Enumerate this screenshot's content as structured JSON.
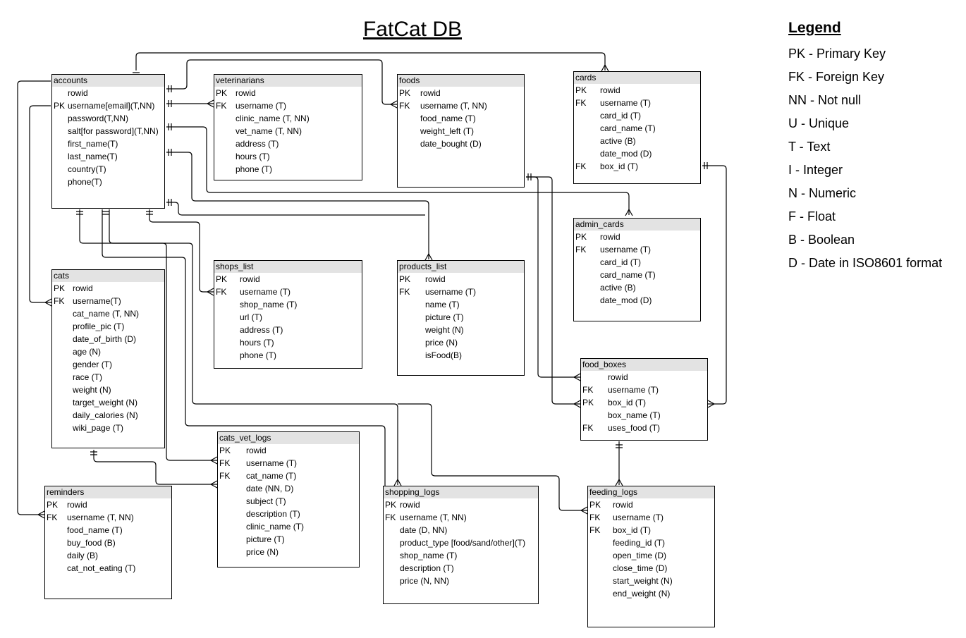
{
  "title": "FatCat DB",
  "legend": {
    "title": "Legend",
    "items": [
      "PK - Primary Key",
      "FK - Foreign Key",
      "NN - Not null",
      "U - Unique",
      "T - Text",
      "I - Integer",
      "N - Numeric",
      "F - Float",
      "B - Boolean",
      "D - Date in ISO8601 format"
    ]
  },
  "tables": {
    "accounts": {
      "name": "accounts",
      "rows": [
        {
          "key": "",
          "field": "rowid"
        },
        {
          "key": "PK",
          "field": "username[email](T,NN)"
        },
        {
          "key": "",
          "field": "password(T,NN)"
        },
        {
          "key": "",
          "field": "salt[for password](T,NN)"
        },
        {
          "key": "",
          "field": "first_name(T)"
        },
        {
          "key": "",
          "field": "last_name(T)"
        },
        {
          "key": "",
          "field": "country(T)"
        },
        {
          "key": "",
          "field": "phone(T)"
        }
      ]
    },
    "veterinarians": {
      "name": "veterinarians",
      "rows": [
        {
          "key": "PK",
          "field": "rowid"
        },
        {
          "key": "FK",
          "field": "username (T)"
        },
        {
          "key": "",
          "field": "clinic_name (T, NN)"
        },
        {
          "key": "",
          "field": "vet_name (T, NN)"
        },
        {
          "key": "",
          "field": "address (T)"
        },
        {
          "key": "",
          "field": "hours (T)"
        },
        {
          "key": "",
          "field": "phone (T)"
        }
      ]
    },
    "foods": {
      "name": "foods",
      "rows": [
        {
          "key": "PK",
          "field": "rowid"
        },
        {
          "key": "FK",
          "field": "username (T, NN)"
        },
        {
          "key": "",
          "field": "food_name (T)"
        },
        {
          "key": "",
          "field": "weight_left (T)"
        },
        {
          "key": "",
          "field": "date_bought (D)"
        }
      ]
    },
    "cards": {
      "name": "cards",
      "rows": [
        {
          "key": "PK",
          "field": "rowid"
        },
        {
          "key": "FK",
          "field": "username (T)"
        },
        {
          "key": "",
          "field": "card_id (T)"
        },
        {
          "key": "",
          "field": "card_name (T)"
        },
        {
          "key": "",
          "field": "active (B)"
        },
        {
          "key": "",
          "field": "date_mod (D)"
        },
        {
          "key": "FK",
          "field": "box_id (T)"
        }
      ]
    },
    "admin_cards": {
      "name": "admin_cards",
      "rows": [
        {
          "key": "PK",
          "field": "rowid"
        },
        {
          "key": "FK",
          "field": "username (T)"
        },
        {
          "key": "",
          "field": "card_id (T)"
        },
        {
          "key": "",
          "field": "card_name (T)"
        },
        {
          "key": "",
          "field": "active (B)"
        },
        {
          "key": "",
          "field": "date_mod (D)"
        }
      ]
    },
    "cats": {
      "name": "cats",
      "rows": [
        {
          "key": "PK",
          "field": "rowid"
        },
        {
          "key": "FK",
          "field": "username(T)"
        },
        {
          "key": "",
          "field": "cat_name (T, NN)"
        },
        {
          "key": "",
          "field": "profile_pic (T)"
        },
        {
          "key": "",
          "field": "date_of_birth (D)"
        },
        {
          "key": "",
          "field": "age (N)"
        },
        {
          "key": "",
          "field": "gender (T)"
        },
        {
          "key": "",
          "field": "race (T)"
        },
        {
          "key": "",
          "field": "weight (N)"
        },
        {
          "key": "",
          "field": "target_weight (N)"
        },
        {
          "key": "",
          "field": "daily_calories (N)"
        },
        {
          "key": "",
          "field": "wiki_page (T)"
        }
      ]
    },
    "shops_list": {
      "name": "shops_list",
      "rows": [
        {
          "key": "PK",
          "field": "rowid"
        },
        {
          "key": "FK",
          "field": "username (T)"
        },
        {
          "key": "",
          "field": "shop_name (T)"
        },
        {
          "key": "",
          "field": "url (T)"
        },
        {
          "key": "",
          "field": "address (T)"
        },
        {
          "key": "",
          "field": "hours (T)"
        },
        {
          "key": "",
          "field": "phone (T)"
        }
      ]
    },
    "products_list": {
      "name": "products_list",
      "rows": [
        {
          "key": "PK",
          "field": "rowid"
        },
        {
          "key": "FK",
          "field": "username (T)"
        },
        {
          "key": "",
          "field": "name (T)"
        },
        {
          "key": "",
          "field": "picture (T)"
        },
        {
          "key": "",
          "field": "weight (N)"
        },
        {
          "key": "",
          "field": "price (N)"
        },
        {
          "key": "",
          "field": "isFood(B)"
        }
      ]
    },
    "food_boxes": {
      "name": "food_boxes",
      "rows": [
        {
          "key": "",
          "field": "rowid"
        },
        {
          "key": "FK",
          "field": "username (T)"
        },
        {
          "key": "PK",
          "field": "box_id (T)"
        },
        {
          "key": "",
          "field": "box_name (T)"
        },
        {
          "key": "FK",
          "field": "uses_food (T)"
        }
      ]
    },
    "cats_vet_logs": {
      "name": "cats_vet_logs",
      "rows": [
        {
          "key": "PK",
          "field": "rowid"
        },
        {
          "key": "FK",
          "field": "username (T)"
        },
        {
          "key": "FK",
          "field": "cat_name (T)"
        },
        {
          "key": "",
          "field": "date (NN, D)"
        },
        {
          "key": "",
          "field": "subject (T)"
        },
        {
          "key": "",
          "field": "description (T)"
        },
        {
          "key": "",
          "field": "clinic_name (T)"
        },
        {
          "key": "",
          "field": "picture (T)"
        },
        {
          "key": "",
          "field": "price (N)"
        }
      ]
    },
    "reminders": {
      "name": "reminders",
      "rows": [
        {
          "key": "PK",
          "field": "rowid"
        },
        {
          "key": "FK",
          "field": "username (T, NN)"
        },
        {
          "key": "",
          "field": "food_name (T)"
        },
        {
          "key": "",
          "field": "buy_food (B)"
        },
        {
          "key": "",
          "field": "daily (B)"
        },
        {
          "key": "",
          "field": "cat_not_eating (T)"
        }
      ]
    },
    "shopping_logs": {
      "name": "shopping_logs",
      "rows": [
        {
          "key": "PK",
          "field": "rowid"
        },
        {
          "key": "FK",
          "field": "username (T, NN)"
        },
        {
          "key": "",
          "field": "date (D, NN)"
        },
        {
          "key": "",
          "field": "product_type [food/sand/other](T)"
        },
        {
          "key": "",
          "field": "shop_name (T)"
        },
        {
          "key": "",
          "field": "description (T)"
        },
        {
          "key": "",
          "field": "price (N, NN)"
        }
      ]
    },
    "feeding_logs": {
      "name": "feeding_logs",
      "rows": [
        {
          "key": "PK",
          "field": "rowid"
        },
        {
          "key": "FK",
          "field": "username (T)"
        },
        {
          "key": "FK",
          "field": "box_id (T)"
        },
        {
          "key": "",
          "field": "feeding_id (T)"
        },
        {
          "key": "",
          "field": "open_time (D)"
        },
        {
          "key": "",
          "field": "close_time (D)"
        },
        {
          "key": "",
          "field": "start_weight (N)"
        },
        {
          "key": "",
          "field": "end_weight (N)"
        }
      ]
    }
  },
  "relationships": [
    {
      "from": "accounts",
      "to": "cards",
      "from_card": "one",
      "to_card": "many"
    },
    {
      "from": "accounts",
      "to": "veterinarians",
      "from_card": "one",
      "to_card": "many"
    },
    {
      "from": "accounts",
      "to": "veterinarians",
      "from_card": "one",
      "to_card": "many"
    },
    {
      "from": "accounts",
      "to": "foods",
      "from_card": "one",
      "to_card": "many"
    },
    {
      "from": "accounts",
      "to": "cats",
      "from_card": "one",
      "to_card": "many"
    },
    {
      "from": "accounts",
      "to": "reminders",
      "from_card": "one",
      "to_card": "many"
    },
    {
      "from": "accounts",
      "to": "admin_cards",
      "from_card": "one",
      "to_card": "many"
    },
    {
      "from": "accounts",
      "to": "food_boxes",
      "from_card": "one",
      "to_card": "many"
    },
    {
      "from": "accounts",
      "to": "products_list",
      "from_card": "one",
      "to_card": "many"
    },
    {
      "from": "accounts",
      "to": "shops_list",
      "from_card": "one",
      "to_card": "many"
    },
    {
      "from": "accounts",
      "to": "cats_vet_logs",
      "from_card": "one",
      "to_card": "many"
    },
    {
      "from": "accounts",
      "to": "shopping_logs",
      "from_card": "one",
      "to_card": "many"
    },
    {
      "from": "accounts",
      "to": "feeding_logs",
      "from_card": "one",
      "to_card": "many"
    },
    {
      "from": "cats",
      "to": "cats_vet_logs",
      "from_card": "one",
      "to_card": "many"
    },
    {
      "from": "foods",
      "to": "food_boxes",
      "from_card": "one",
      "to_card": "many"
    },
    {
      "from": "food_boxes",
      "to": "cards",
      "from_card": "one",
      "to_card": "many"
    },
    {
      "from": "food_boxes",
      "to": "feeding_logs",
      "from_card": "one",
      "to_card": "many"
    }
  ]
}
